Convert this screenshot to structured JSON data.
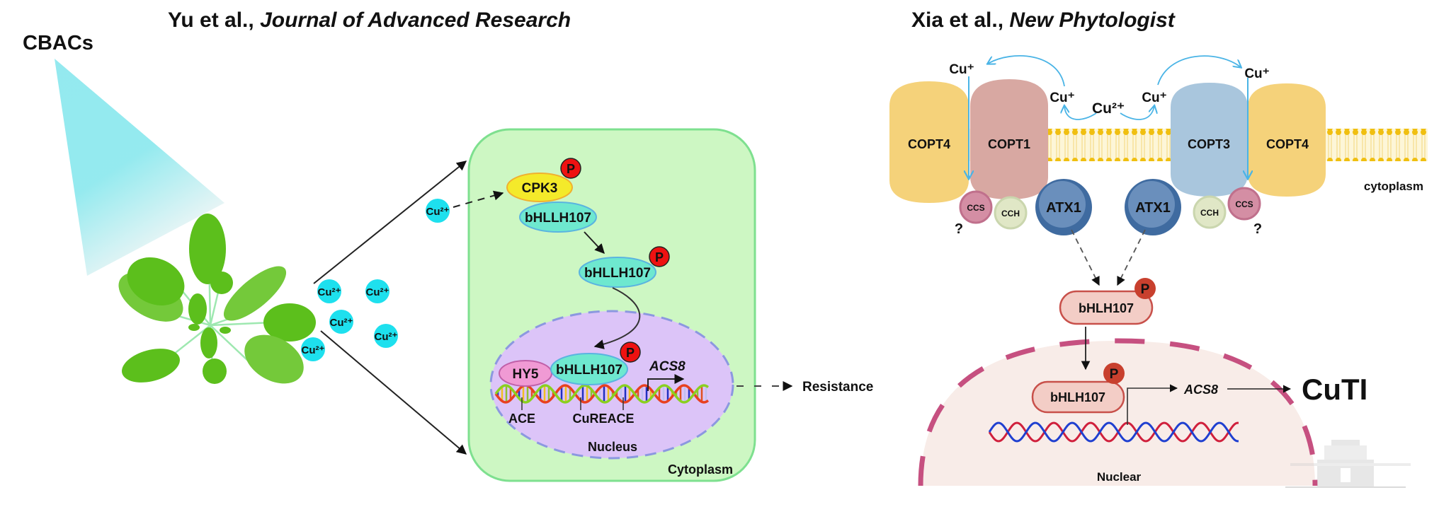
{
  "left_panel": {
    "title_authors": "Yu et al., ",
    "title_journal": "Journal of Advanced Research",
    "source_label": "CBACs",
    "ions_outside": [
      "Cu²⁺",
      "Cu²⁺",
      "Cu²⁺",
      "Cu²⁺",
      "Cu²⁺"
    ],
    "ion_entering": "Cu²⁺",
    "cell": {
      "cytoplasm_label": "Cytoplasm",
      "nucleus_label": "Nucleus",
      "kinase": "CPK3",
      "tf_bound": "bHLLH107",
      "tf_phospho": "bHLLH107",
      "tf_nuclear": "bHLLH107",
      "partner": "HY5",
      "phospho_mark": "P",
      "gene": "ACS8",
      "elements": [
        "ACE",
        "CuREACE"
      ]
    },
    "outcome": "Resistance"
  },
  "right_panel": {
    "title_authors": "Xia et al., ",
    "title_journal": "New Phytologist",
    "transporters": [
      "COPT4",
      "COPT1",
      "COPT3",
      "COPT4"
    ],
    "chaperones_left": [
      "CCS",
      "CCH",
      "ATX1"
    ],
    "chaperones_right": [
      "ATX1",
      "CCH",
      "CCS"
    ],
    "unknown_mark": "?",
    "ions": {
      "cu_plus": "Cu⁺",
      "cu_2plus": "Cu²⁺"
    },
    "cytoplasm_label": "cytoplasm",
    "tf_cytoplasmic": "bHLH107",
    "tf_nuclear": "bHLH107",
    "phospho_mark": "P",
    "gene": "ACS8",
    "nucleus_label": "Nuclear",
    "outcome": "CuTI"
  },
  "colors": {
    "ion": "#1ee0ee",
    "cell_fill": "#cdf7c3",
    "cell_border": "#7ee08f",
    "nucleus_fill": "#dcc4f8",
    "nucleus_border": "#8c98e0",
    "cpk3": "#f4ea2a",
    "bhllh": "#6ee8cf",
    "hy5": "#f09ad4",
    "phospho": "#ee1111",
    "copt4": "#f5d27a",
    "copt1": "#d8a8a2",
    "copt3": "#a9c6dd",
    "atx1": "#5f86b5",
    "ccs": "#d48ea4",
    "cch": "#e0e7c6",
    "membrane": "#f2c10f",
    "nuclear_fill": "#f8ece8",
    "nuclear_border": "#c65080",
    "cuti": "#e01010",
    "arc": "#4ab4e6"
  }
}
